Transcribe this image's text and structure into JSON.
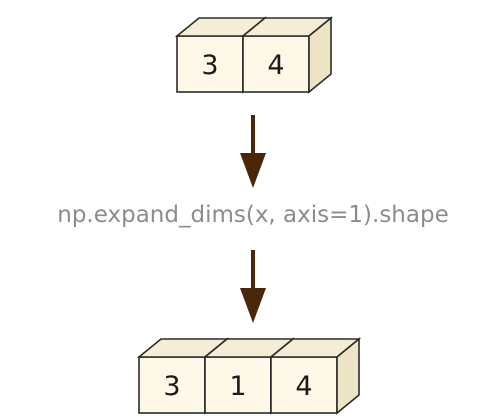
{
  "input_array": {
    "values": [
      "3",
      "4"
    ]
  },
  "operation": {
    "text": "np.expand_dims(x, axis=1).shape"
  },
  "output_array": {
    "values": [
      "3",
      "1",
      "4"
    ]
  },
  "colors": {
    "cube_front": "#fdf8e8",
    "cube_top": "#f5eed6",
    "cube_side": "#ede4c6",
    "outline": "#2b2b2b",
    "arrow": "#4a2608",
    "operation_text": "#8c8c8c"
  }
}
